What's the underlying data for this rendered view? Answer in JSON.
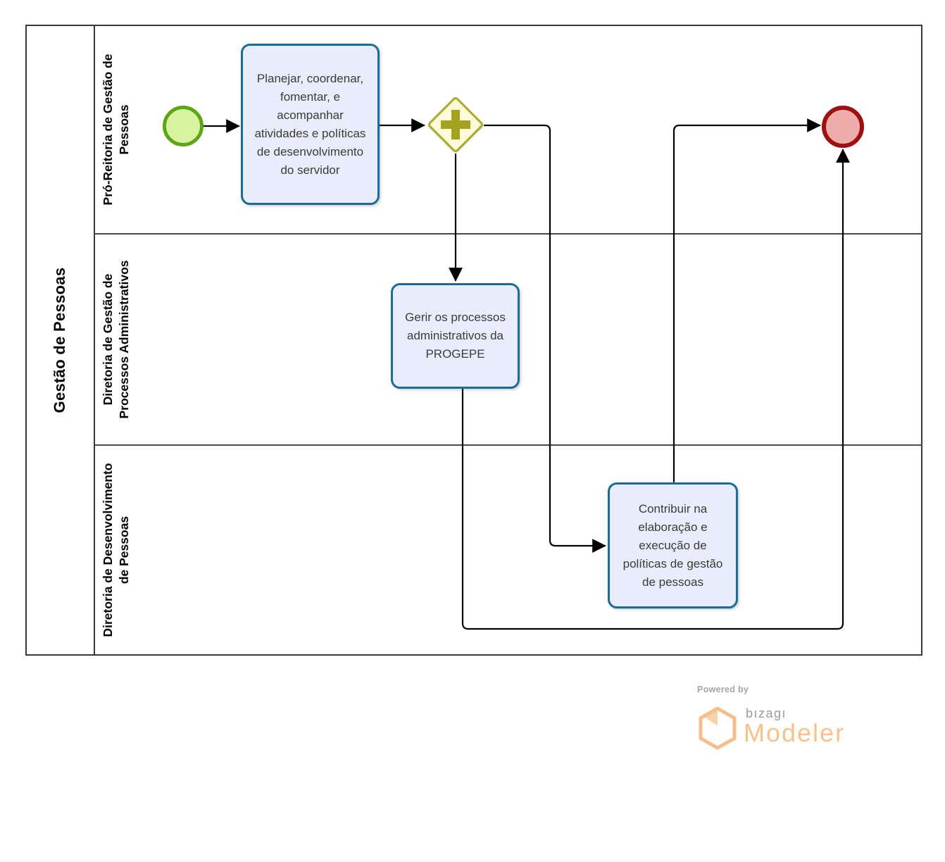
{
  "pool": {
    "title": "Gestão de Pessoas",
    "lanes": [
      {
        "label": "Pró-Reitoria de Gestão de Pessoas",
        "label_lines": [
          "Pró-Reitoria de Gestão de",
          "Pessoas"
        ]
      },
      {
        "label": "Diretoria de Gestão de Processos Administrativos",
        "label_lines": [
          "Diretoria de Gestão de",
          "Processos Administrativos"
        ]
      },
      {
        "label": "Diretoria de Desenvolvimento de Pessoas",
        "label_lines": [
          "Diretoria de Desenvolvimento",
          "de Pessoas"
        ]
      }
    ]
  },
  "nodes": {
    "start_event": {
      "type": "start-event"
    },
    "task1": {
      "label": "Planejar, coordenar, fomentar, e acompanhar atividades e políticas de desenvolvimento do servidor"
    },
    "gateway": {
      "type": "parallel-gateway",
      "icon": "plus-icon"
    },
    "task2": {
      "label": "Gerir os processos administrativos da PROGEPE"
    },
    "task3": {
      "label": "Contribuir na elaboração e execução de políticas de gestão de pessoas"
    },
    "end_event": {
      "type": "end-event"
    }
  },
  "colors": {
    "task_fill": "#e9edfb",
    "task_border": "#1a6b9a",
    "gateway_fill": "#fcfcd8",
    "gateway_border": "#a9a92b",
    "gateway_plus": "#a3a31f",
    "start_fill": "#d7f3a2",
    "start_border": "#5ca517",
    "end_fill": "#f0abab",
    "end_border": "#9e0f0f",
    "flow": "#000000",
    "brand_orange": "#f8c28f",
    "brand_gray": "#9b9b9b"
  },
  "branding": {
    "powered_by": "Powered by",
    "bizagi": "bızagı",
    "product": "Modeler"
  }
}
